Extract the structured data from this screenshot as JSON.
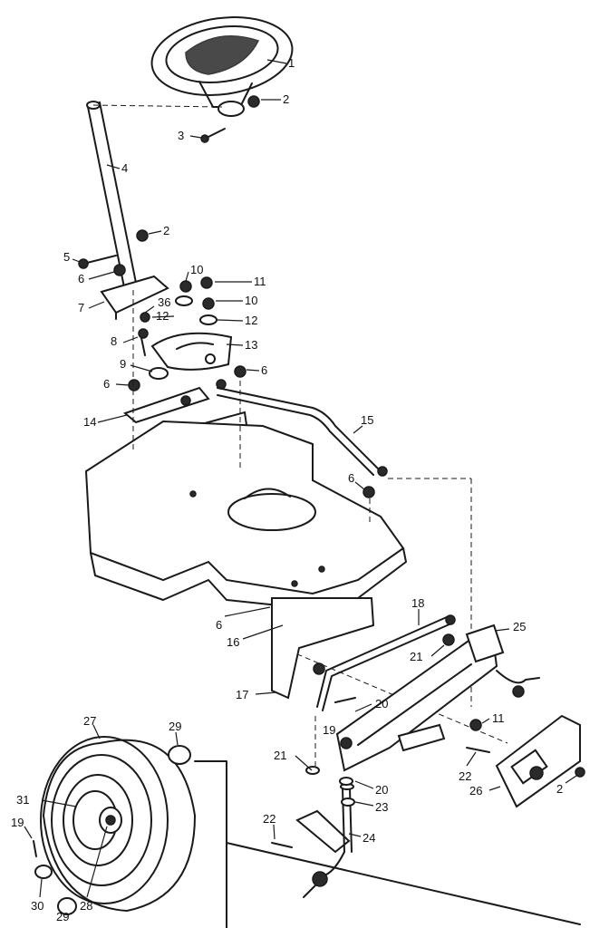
{
  "callouts": {
    "c1": "1",
    "c2a": "2",
    "c2b": "2",
    "c2c": "2",
    "c3": "3",
    "c4": "4",
    "c5": "5",
    "c6a": "6",
    "c6b": "6",
    "c6c": "6",
    "c6d": "6",
    "c6e": "6",
    "c7": "7",
    "c8": "8",
    "c9": "9",
    "c10a": "10",
    "c10b": "10",
    "c11a": "11",
    "c11b": "11",
    "c12a": "12",
    "c12b": "12",
    "c13": "13",
    "c14": "14",
    "c15": "15",
    "c16": "16",
    "c17": "17",
    "c18": "18",
    "c19a": "19",
    "c19b": "19",
    "c20a": "20",
    "c20b": "20",
    "c21a": "21",
    "c21b": "21",
    "c22a": "22",
    "c22b": "22",
    "c23": "23",
    "c24": "24",
    "c25": "25",
    "c26": "26",
    "c27": "27",
    "c28": "28",
    "c29a": "29",
    "c29b": "29",
    "c30": "30",
    "c31": "31",
    "c36": "36"
  }
}
